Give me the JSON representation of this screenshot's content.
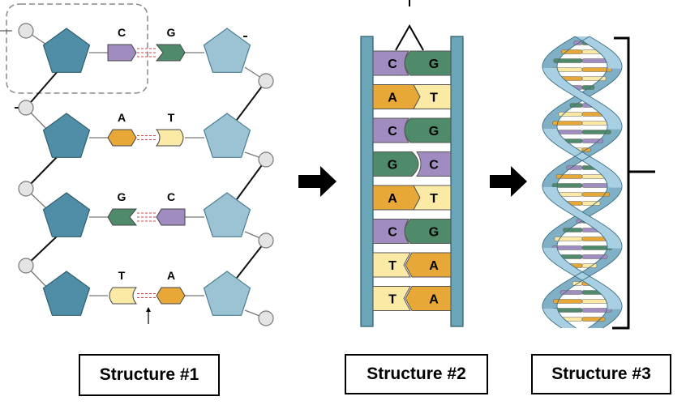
{
  "structures": [
    {
      "caption": "Structure #1"
    },
    {
      "caption": "Structure #2"
    },
    {
      "caption": "Structure #3"
    }
  ],
  "structure1": {
    "pairs": [
      {
        "left": "C",
        "right": "G"
      },
      {
        "left": "A",
        "right": "T"
      },
      {
        "left": "G",
        "right": "C"
      },
      {
        "left": "T",
        "right": "A"
      }
    ]
  },
  "structure2": {
    "pairs": [
      {
        "left": "C",
        "right": "G"
      },
      {
        "left": "A",
        "right": "T"
      },
      {
        "left": "C",
        "right": "G"
      },
      {
        "left": "G",
        "right": "C"
      },
      {
        "left": "A",
        "right": "T"
      },
      {
        "left": "C",
        "right": "G"
      },
      {
        "left": "T",
        "right": "A"
      },
      {
        "left": "T",
        "right": "A"
      }
    ]
  },
  "colors": {
    "C": "#a08cc0",
    "G": "#4f8a6a",
    "A": "#e8a838",
    "T": "#fbe9a6",
    "sugar_left": "#4f8ea6",
    "sugar_right": "#9cc3d4",
    "backbone": "#6aa6b8",
    "helix": "#a7cfe0",
    "h_bond": "#d94040"
  }
}
